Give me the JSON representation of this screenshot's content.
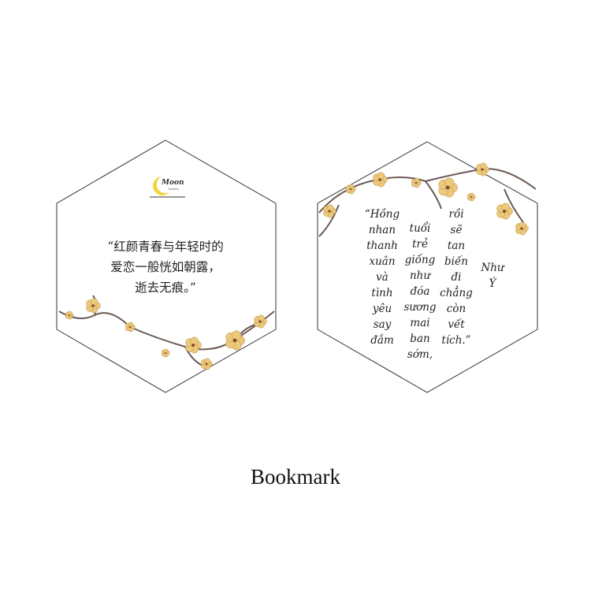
{
  "left_card": {
    "logo": "Moon",
    "logo_sub": "hearts",
    "quote_lines": [
      "“红颜青春与年轻时的",
      "爱恋一般恍如朝露，",
      "逝去无痕。”"
    ]
  },
  "right_card": {
    "columns": [
      [
        "“Hồng",
        "nhan",
        "thanh",
        "xuân",
        "và",
        "tình",
        "yêu",
        "say",
        "đắm"
      ],
      [
        "tuổi",
        "trẻ",
        "giống",
        "như",
        "đóa",
        "sương",
        "mai",
        "ban",
        "sớm,"
      ],
      [
        "rồi",
        "sẽ",
        "tan",
        "biến",
        "đi",
        "chẳng",
        "còn",
        "vết",
        "tích.”"
      ],
      [
        "Như",
        "Ý"
      ]
    ]
  },
  "caption": "Bookmark",
  "colors": {
    "outline": "#333333",
    "blossom": "#ecc97a",
    "branch": "#6b5a55",
    "moon": "#f2d53c"
  }
}
